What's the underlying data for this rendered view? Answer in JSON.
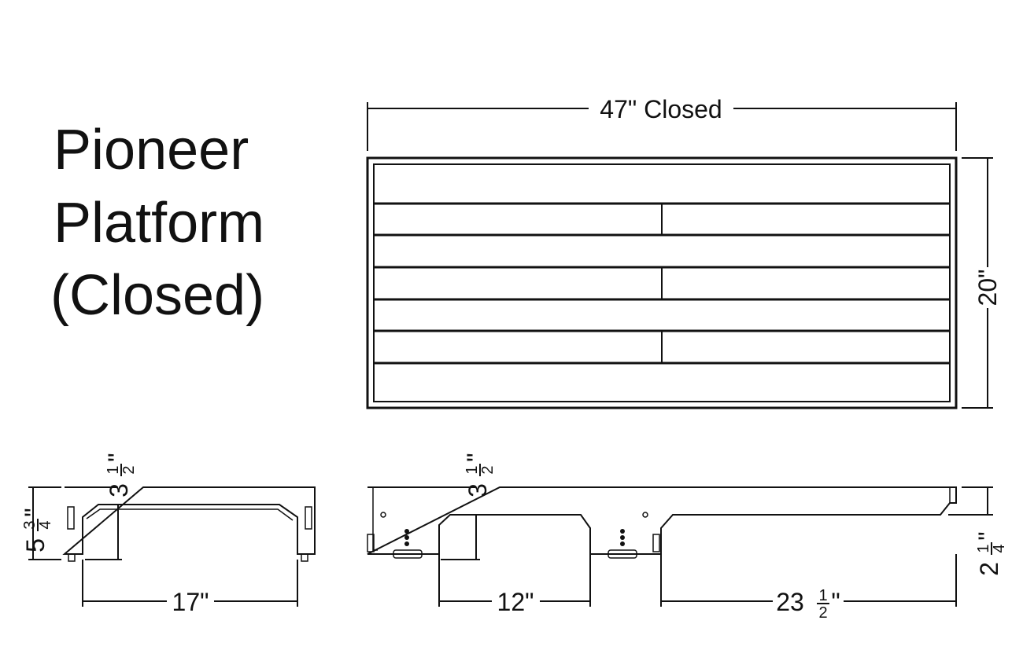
{
  "title": {
    "line1": "Pioneer",
    "line2": "Platform",
    "line3": "(Closed)"
  },
  "top_view": {
    "width_label": "47\" Closed",
    "height_label": "20\""
  },
  "side_view": {
    "height_whole": "5",
    "height_num": "3",
    "height_den": "4",
    "height_inch": "\"",
    "inner_whole": "3",
    "inner_num": "1",
    "inner_den": "2",
    "inner_inch": "\"",
    "width_label": "17\""
  },
  "front_view": {
    "inner_whole": "3",
    "inner_num": "1",
    "inner_den": "2",
    "inner_inch": "\"",
    "gap_label": "12\"",
    "right_whole": "23",
    "right_num": "1",
    "right_den": "2",
    "right_inch": "\"",
    "edge_whole": "2",
    "edge_num": "1",
    "edge_den": "4",
    "edge_inch": "\""
  }
}
